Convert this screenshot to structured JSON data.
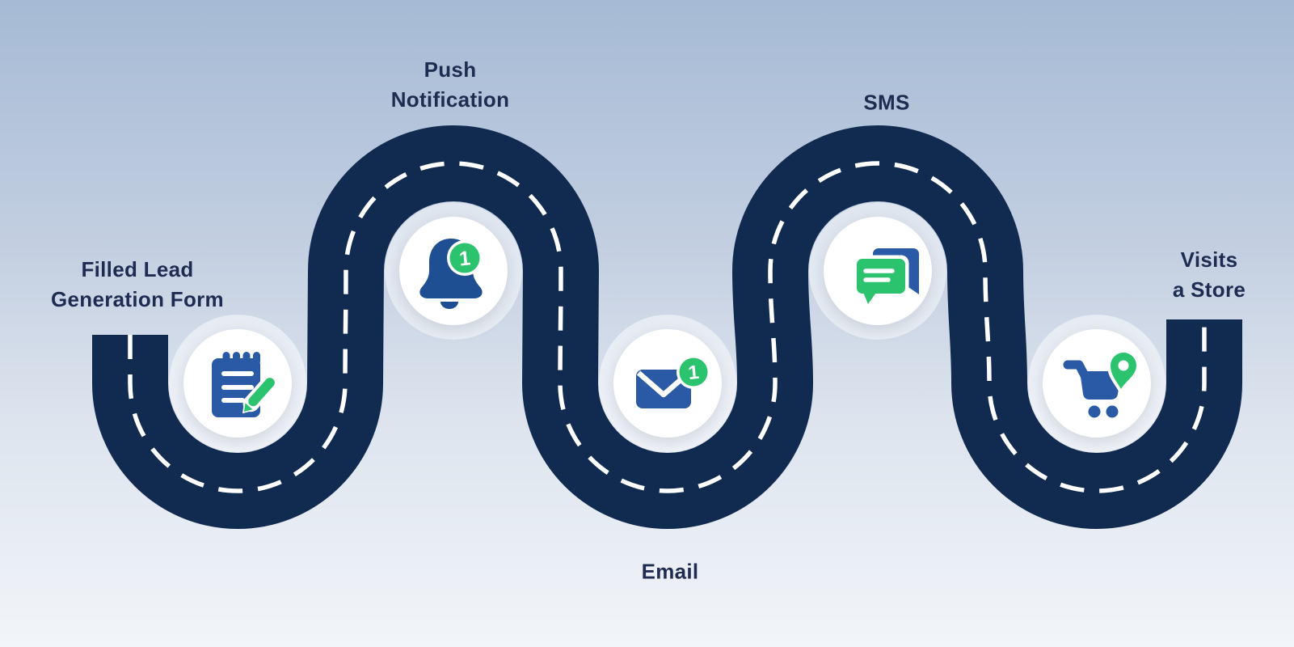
{
  "diagram": {
    "kind": "customer-journey-road-map",
    "stations": [
      {
        "id": "filled-lead-generation-form",
        "label": "Filled Lead\nGeneration Form",
        "icon": "clipboard-pencil-icon",
        "badge": ""
      },
      {
        "id": "push-notification",
        "label": "Push\nNotification",
        "icon": "bell-icon",
        "badge": "1"
      },
      {
        "id": "email",
        "label": "Email",
        "icon": "envelope-icon",
        "badge": "1"
      },
      {
        "id": "sms",
        "label": "SMS",
        "icon": "chat-bubbles-icon",
        "badge": ""
      },
      {
        "id": "visits-a-store",
        "label": "Visits\na Store",
        "icon": "cart-location-pin-icon",
        "badge": ""
      }
    ],
    "colors": {
      "road_navy": "#112a4f",
      "road_dash_line": "#ffffff",
      "label_text": "#1f2c52",
      "icon_blue": "#2a5aa5",
      "bell_blue": "#1f4f93",
      "accent_green": "#2bc36e",
      "badge_text": "#ffffff",
      "station_circle": "#ffffff",
      "background_top": "#a6bad5",
      "background_bottom": "#f2f5f9"
    }
  }
}
